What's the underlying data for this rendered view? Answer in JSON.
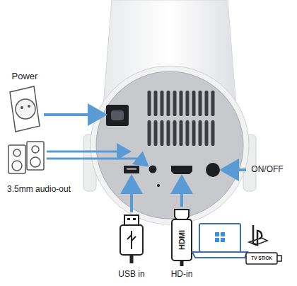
{
  "diagram": {
    "labels": [
      "Power",
      "3.5mm audio-out",
      "ON/OFF",
      "USB in",
      "HD-in",
      "HDMI",
      "TV STICK"
    ]
  }
}
